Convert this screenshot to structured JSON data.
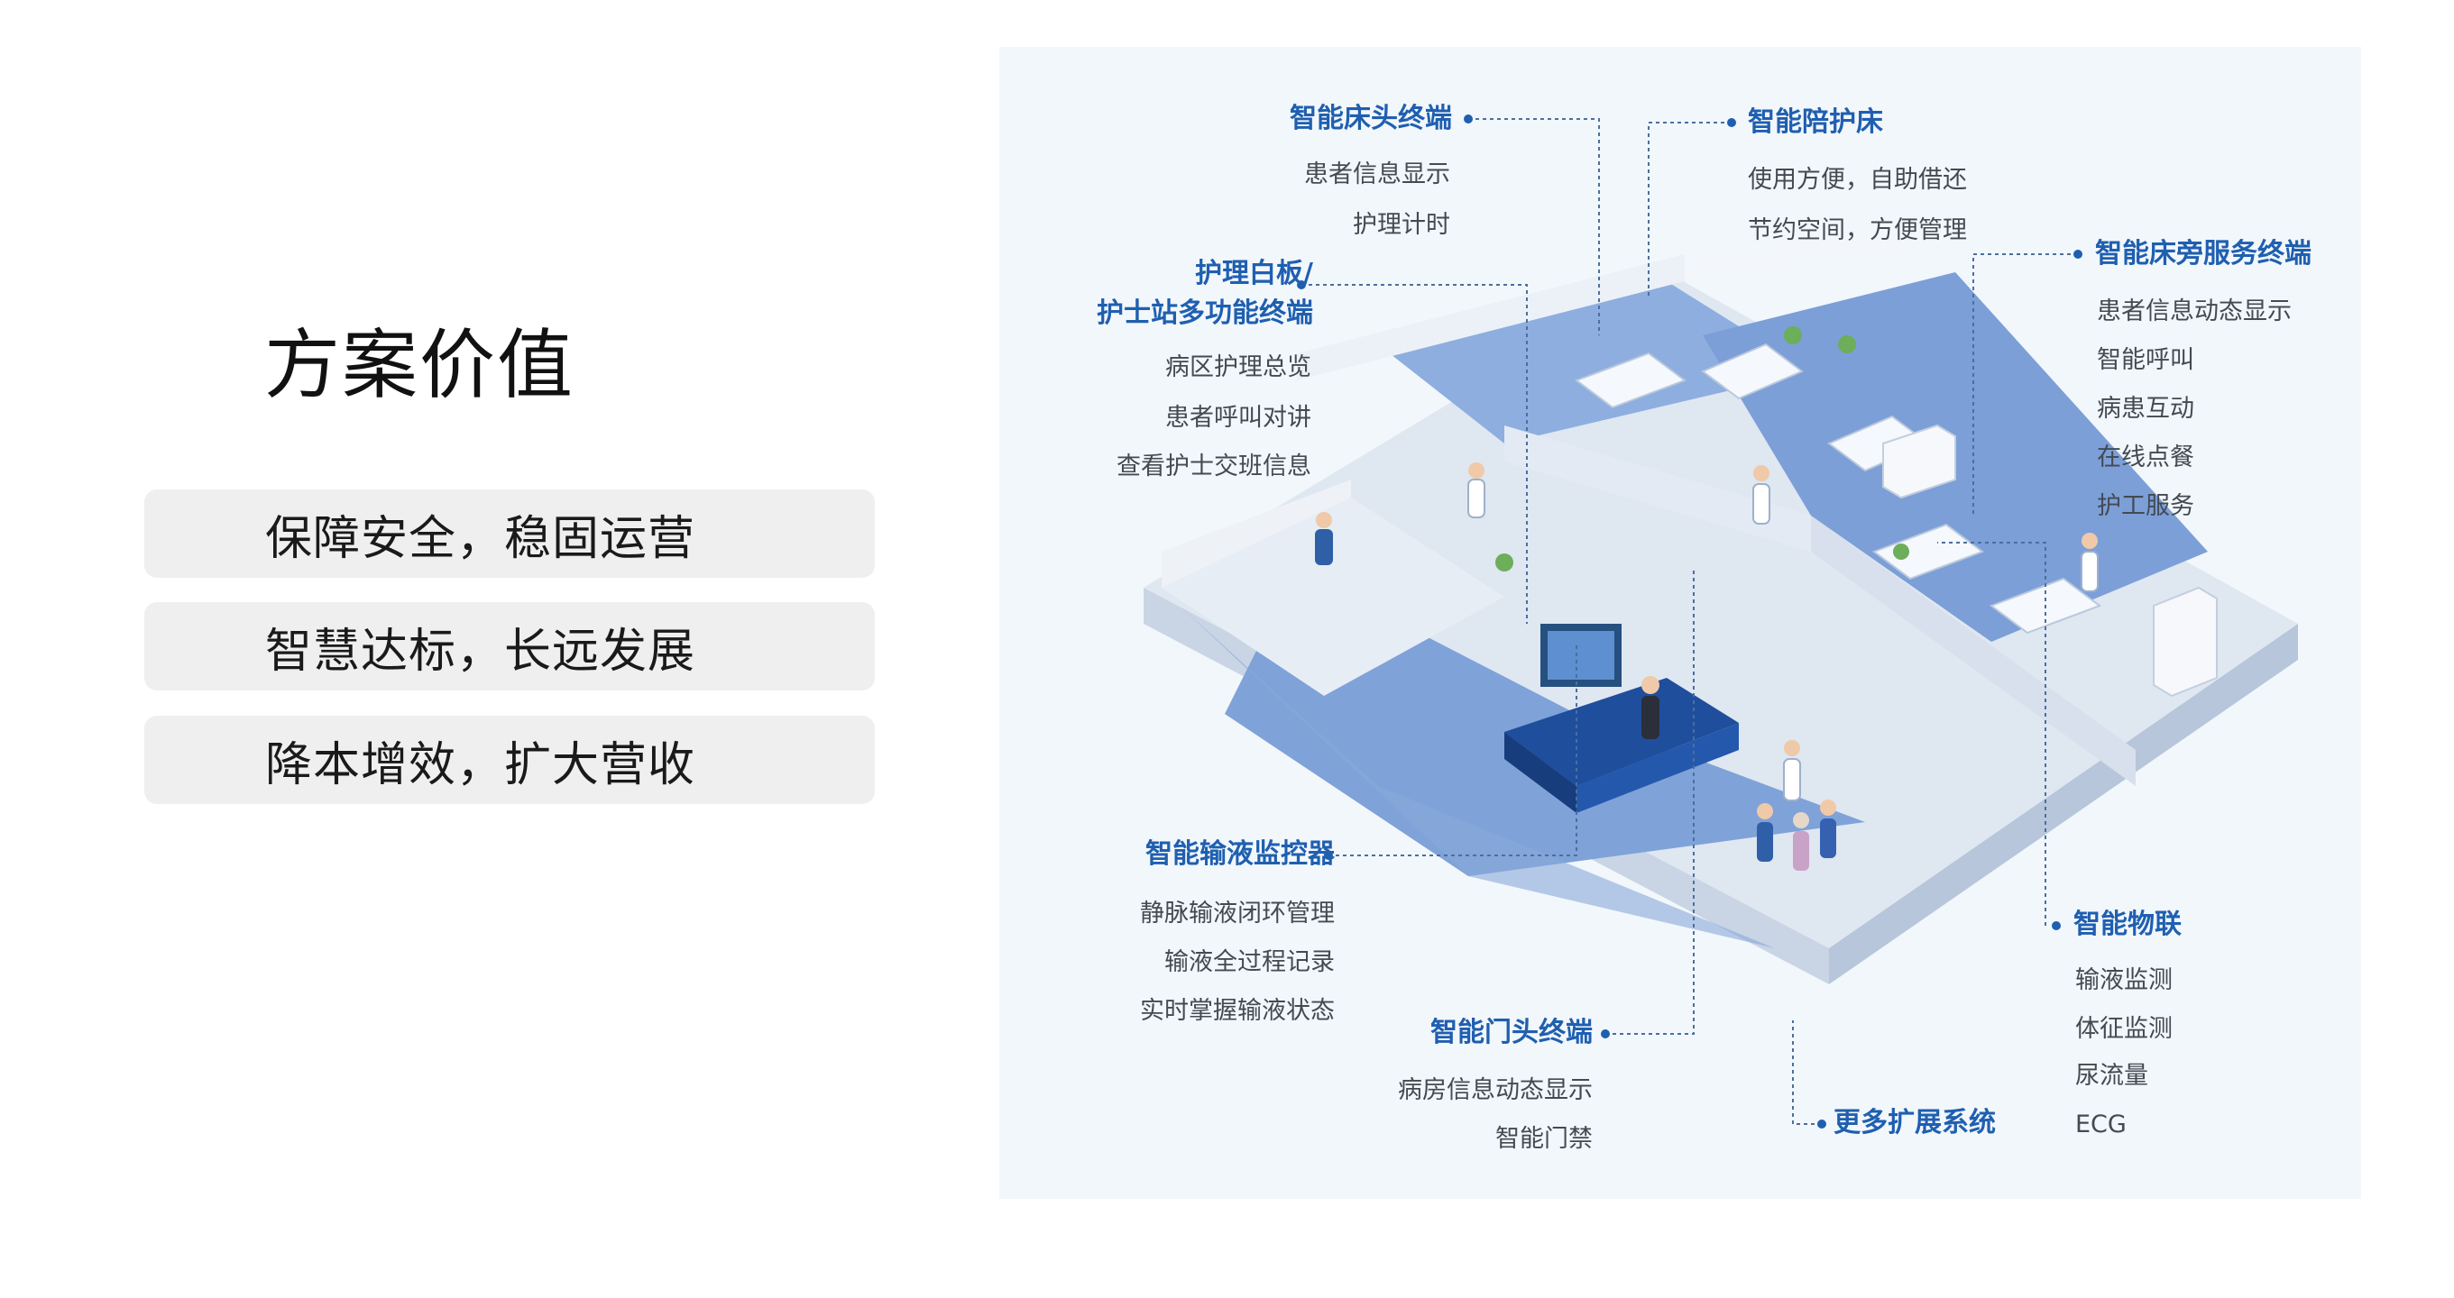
{
  "page": {
    "title": "方案价值",
    "values": [
      "保障安全，稳固运营",
      "智慧达标，长远发展",
      "降本增效，扩大营收"
    ]
  },
  "diagram": {
    "bedside_terminal": {
      "label": "智能床头终端",
      "items": [
        "患者信息显示",
        "护理计时"
      ]
    },
    "companion_bed": {
      "label": "智能陪护床",
      "items": [
        "使用方便，自助借还",
        "节约空间，方便管理"
      ]
    },
    "whiteboard": {
      "label_line1": "护理白板/",
      "label_line2": "护士站多功能终端",
      "items": [
        "病区护理总览",
        "患者呼叫对讲",
        "查看护士交班信息"
      ]
    },
    "bedside_service": {
      "label": "智能床旁服务终端",
      "items": [
        "患者信息动态显示",
        "智能呼叫",
        "病患互动",
        "在线点餐",
        "护工服务"
      ]
    },
    "infusion_monitor": {
      "label": "智能输液监控器",
      "items": [
        "静脉输液闭环管理",
        "输液全过程记录",
        "实时掌握输液状态"
      ]
    },
    "door_terminal": {
      "label": "智能门头终端",
      "items": [
        "病房信息动态显示",
        "智能门禁"
      ]
    },
    "iot": {
      "label": "智能物联",
      "items": [
        "输液监测",
        "体征监测",
        "尿流量",
        "ECG"
      ]
    },
    "more_systems": {
      "label": "更多扩展系统"
    }
  },
  "colors": {
    "accent_blue": "#1f5fb0",
    "floor_blue": "#6f95d3",
    "wall_light": "#e7edf5",
    "panel_bg": "#f2f7fb"
  }
}
